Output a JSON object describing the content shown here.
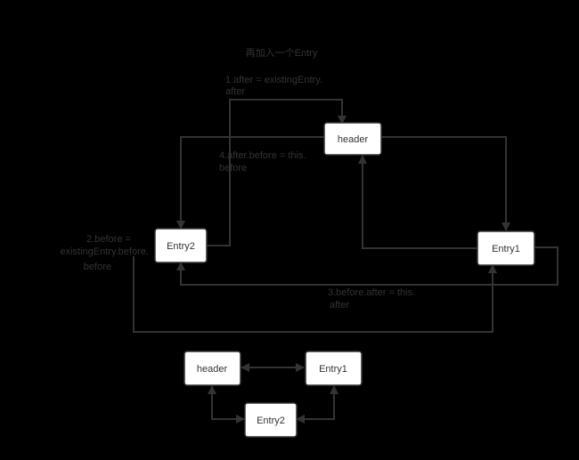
{
  "title": "再加入一个Entry",
  "nodes": {
    "header_top": "header",
    "entry2_top": "Entry2",
    "entry1_top": "Entry1",
    "header_bottom": "header",
    "entry1_bottom": "Entry1",
    "entry2_bottom": "Entry2"
  },
  "annotations": {
    "step1": [
      "1.after  = existingEntry.",
      "after"
    ],
    "step2": [
      "2.before =",
      "existingEntry.before.",
      "before"
    ],
    "step3": [
      "3.before.after = this.",
      "after"
    ],
    "step4": [
      "4.after.before = this.",
      "before"
    ]
  },
  "colors": {
    "background": "#000000",
    "box_fill": "#ffffff",
    "stroke": "#333333"
  }
}
